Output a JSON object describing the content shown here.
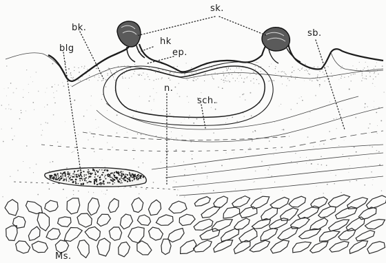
{
  "figure": {
    "labels": {
      "sk": "sk.",
      "bk": "bk.",
      "hk": "hk",
      "blg": "blg",
      "ep": "ep.",
      "sb": "sb.",
      "n": "n.",
      "sch": "sch.",
      "ms": "Ms."
    }
  }
}
